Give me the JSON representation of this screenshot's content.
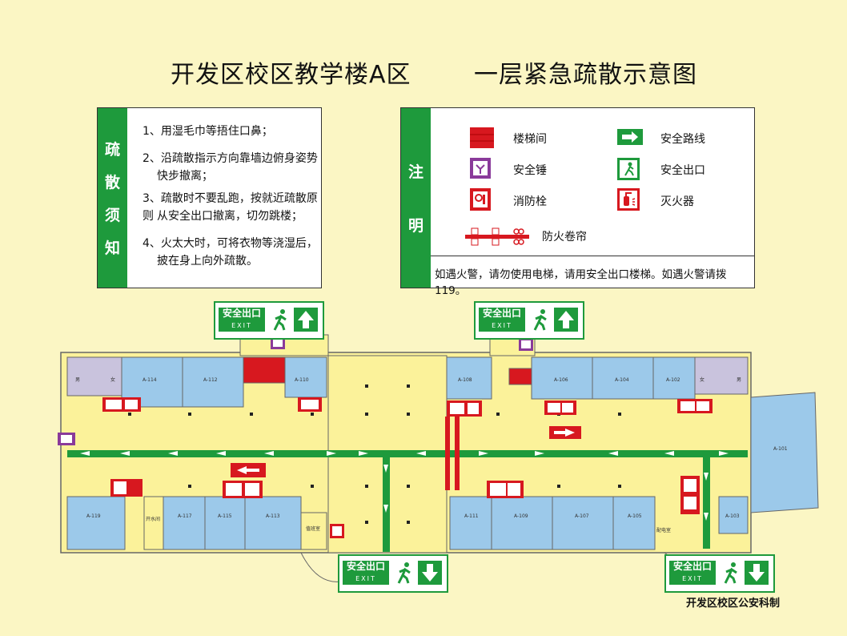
{
  "title": {
    "left": "开发区校区教学楼A区",
    "right": "一层紧急疏散示意图"
  },
  "notice": {
    "heading_chars": [
      "疏",
      "散",
      "须",
      "知"
    ],
    "lines": [
      "1、用湿毛巾等捂住口鼻；",
      "2、沿疏散指示方向靠墙边俯身姿势",
      "快步撤离；",
      "3、疏散时不要乱跑，按就近疏散原则",
      "从安全出口撤离，切勿跳楼；",
      "4、火太大时，可将衣物等浇湿后，",
      "披在身上向外疏散。"
    ]
  },
  "legend": {
    "heading_chars": [
      "注",
      "明"
    ],
    "items": {
      "stairs": "楼梯间",
      "route": "安全路线",
      "hammer": "安全锤",
      "exit": "安全出口",
      "hydrant": "消防栓",
      "extinguisher": "灭火器",
      "shutter": "防火卷帘"
    },
    "note": "如遇火警，请勿使用电梯，请用安全出口楼梯。如遇火警请拨 119。"
  },
  "exit_sign": {
    "label": "安全出口",
    "label_en": "EXIT"
  },
  "rooms": {
    "top": [
      "A-114",
      "A-112",
      "A-110",
      "A-108",
      "A-106",
      "A-104",
      "A-102"
    ],
    "bottom": [
      "A-119",
      "A-117",
      "A-115",
      "A-113",
      "A-111",
      "A-109",
      "A-107",
      "A-105",
      "A-103"
    ],
    "east": "A-101",
    "wc_male": "男",
    "wc_female": "女",
    "water_room": "开水间",
    "duty_room": "值班室",
    "power_room": "配电室"
  },
  "footer": "开发区校区公安科制",
  "colors": {
    "green": "#1e9a3c",
    "red": "#d7181f",
    "purple": "#8a3a9a",
    "room_blue": "#9cc9ea",
    "corridor_yellow": "#fbf29a",
    "background": "#fbf6c4"
  }
}
